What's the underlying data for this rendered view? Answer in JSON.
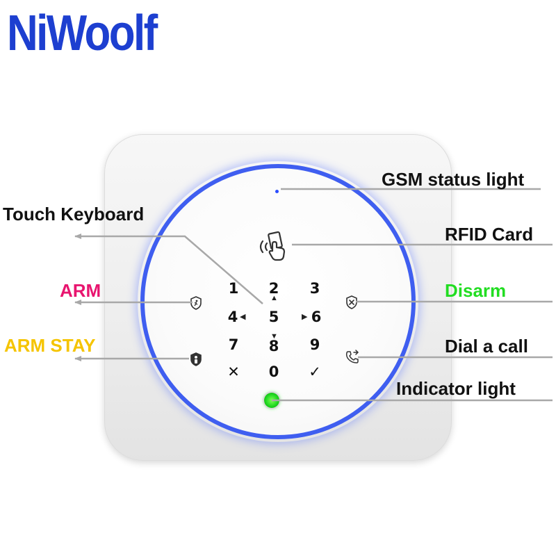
{
  "brand": {
    "name": "NiWoolf",
    "color": "#1d3fd0"
  },
  "device": {
    "ring_color": "#3f5ef0",
    "keypad": {
      "keys": [
        "1",
        "2",
        "3",
        "4",
        "5",
        "6",
        "7",
        "8",
        "9",
        "✕",
        "0",
        "✓"
      ]
    }
  },
  "labels": {
    "gsm_status_light": "GSM status light",
    "touch_keyboard": "Touch Keyboard",
    "rfid_card": "RFID Card",
    "arm": "ARM",
    "disarm": "Disarm",
    "arm_stay": "ARM STAY",
    "dial_a_call": "Dial a call",
    "indicator_light": "Indicator light"
  },
  "label_colors": {
    "default": "#111111",
    "arm": "#e8156f",
    "disarm": "#22dd22",
    "arm_stay": "#f5c400"
  },
  "leader_line_color": "#a8a8a8"
}
